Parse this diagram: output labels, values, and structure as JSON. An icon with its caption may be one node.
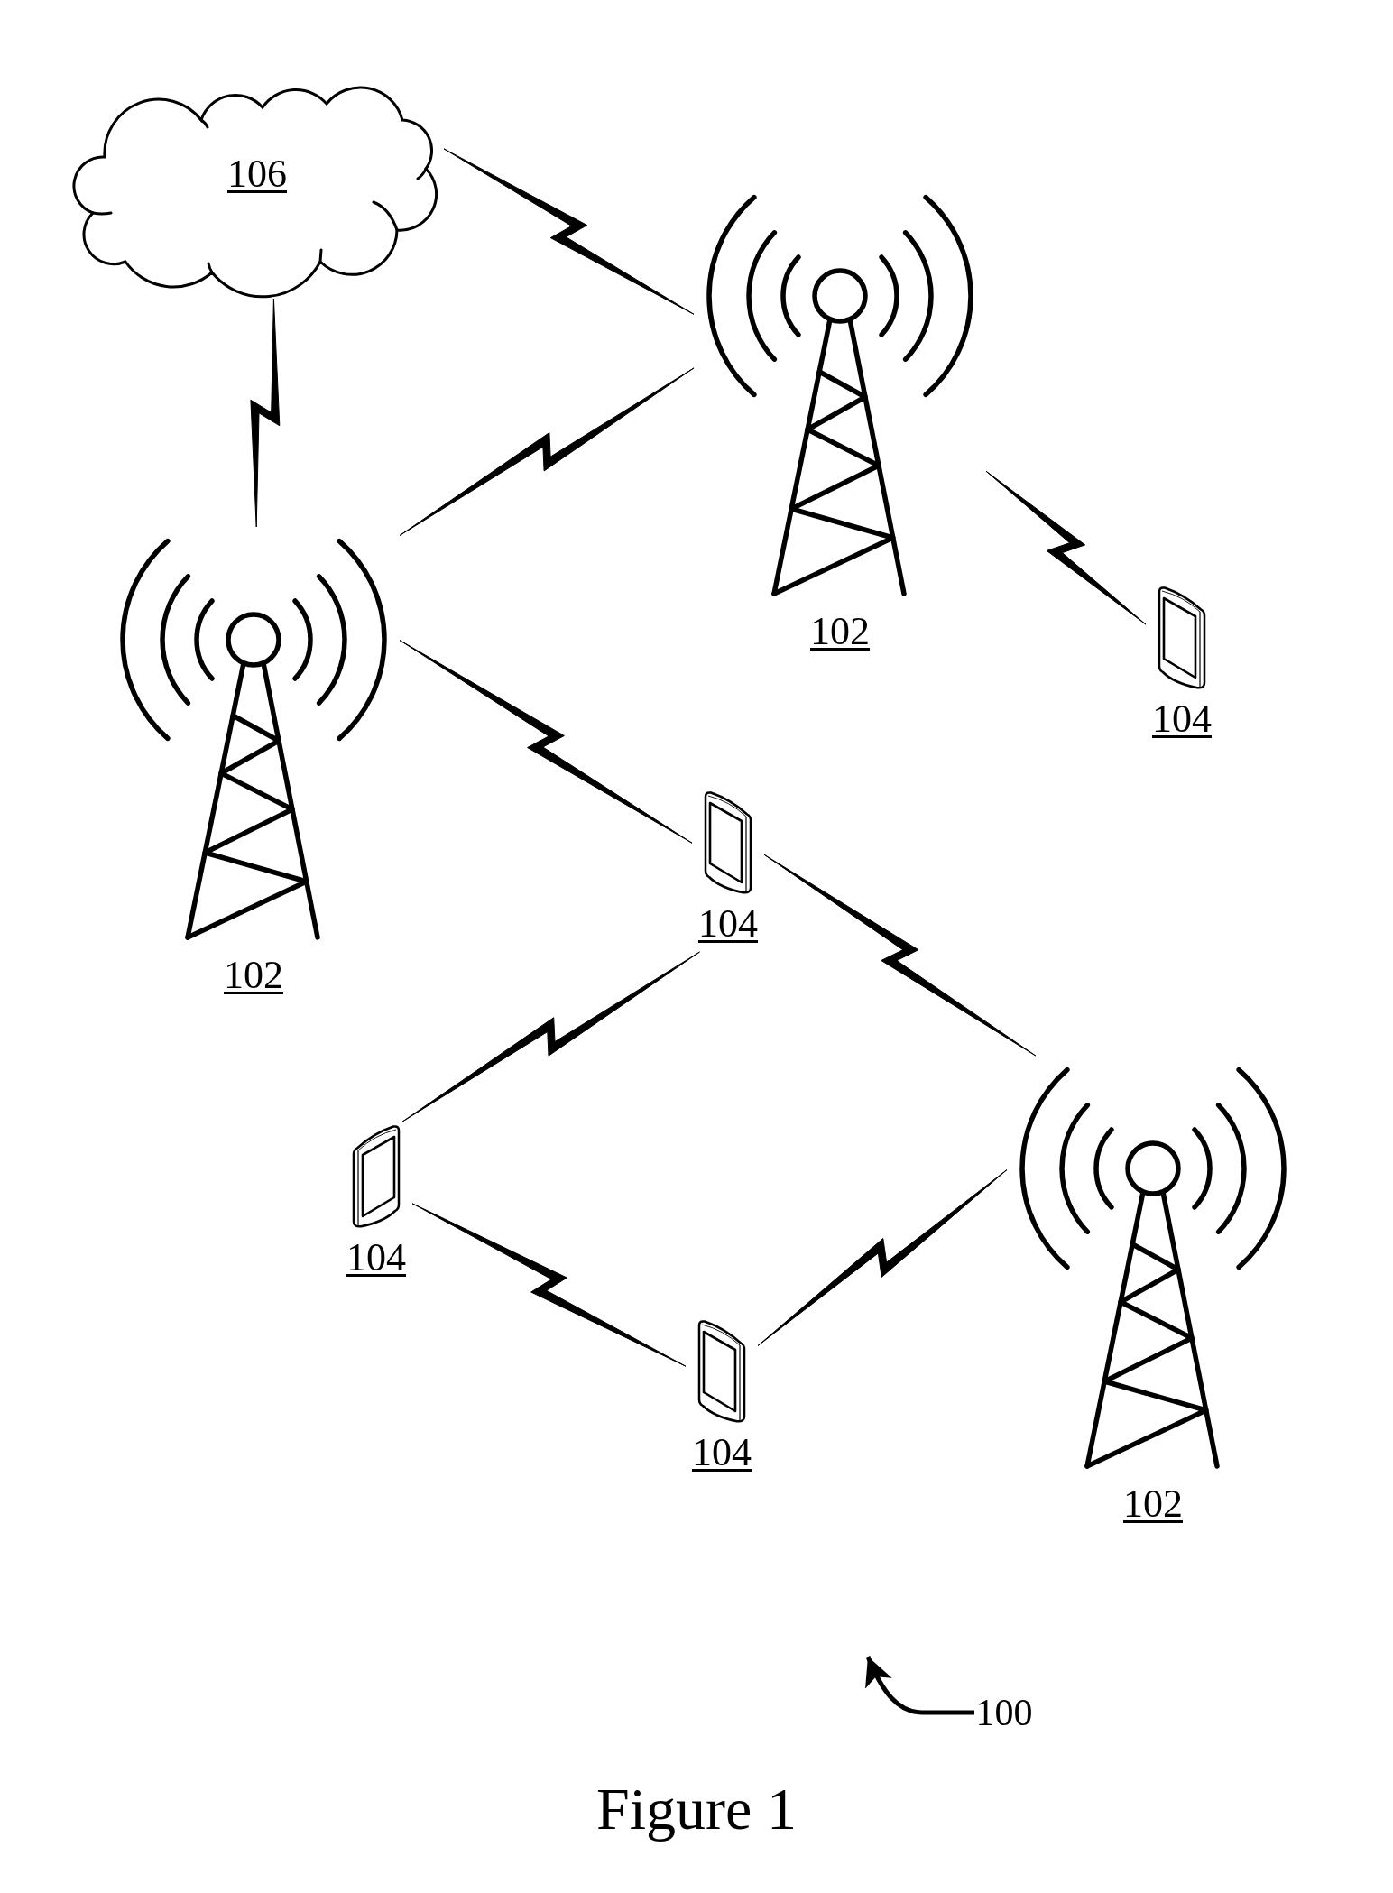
{
  "diagram": {
    "caption": "Figure 1",
    "nodes": [
      {
        "text": [
          "106"
        ]
      },
      {
        "text": [
          "102"
        ]
      },
      {
        "text": [
          "102"
        ]
      },
      {
        "text": [
          "104"
        ]
      },
      {
        "text": [
          "104"
        ]
      },
      {
        "text": [
          "102"
        ]
      },
      {
        "text": [
          "104"
        ]
      },
      {
        "text": [
          "104"
        ]
      },
      {
        "text": [
          "100"
        ]
      }
    ],
    "edges": [
      {
        "from": 0,
        "to": 1,
        "arrow": "none"
      },
      {
        "from": 0,
        "to": 2,
        "arrow": "none"
      },
      {
        "from": 2,
        "to": 1,
        "arrow": "none"
      },
      {
        "from": 1,
        "to": 3,
        "arrow": "none"
      },
      {
        "from": 2,
        "to": 4,
        "arrow": "none"
      },
      {
        "from": 4,
        "to": 5,
        "arrow": "none"
      },
      {
        "from": 4,
        "to": 6,
        "arrow": "none"
      },
      {
        "from": 6,
        "to": 7,
        "arrow": "none"
      },
      {
        "from": 7,
        "to": 5,
        "arrow": "none"
      },
      {
        "from": 8,
        "to": null,
        "arrow": "to",
        "style": "thick"
      }
    ]
  }
}
